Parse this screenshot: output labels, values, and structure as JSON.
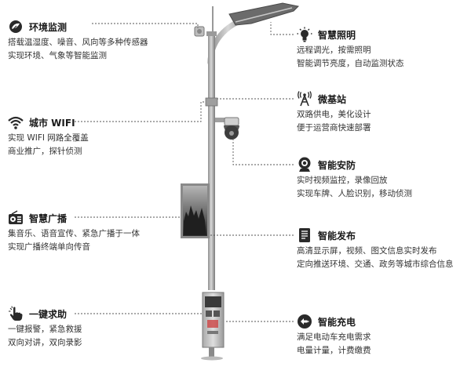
{
  "left_features": [
    {
      "name": "environment-monitoring",
      "icon": "environment-sensor-icon",
      "title": "环境监测",
      "lines": [
        "搭载温湿度、噪音、风向等多种传感器",
        "实现环境、气象等智能监测"
      ]
    },
    {
      "name": "city-wifi",
      "icon": "wifi-icon",
      "title": "城市 WIFI",
      "lines": [
        "实现 WIFI 网路全覆盖",
        "商业推广，探针侦测"
      ]
    },
    {
      "name": "smart-broadcast",
      "icon": "radio-icon",
      "title": "智慧广播",
      "lines": [
        "集音乐、语音宣传、紧急广播于一体",
        "实现广播终端单向传音"
      ]
    },
    {
      "name": "one-key-help",
      "icon": "hand-pointer-icon",
      "title": "一键求助",
      "lines": [
        "一键报警，紧急救援",
        "双向对讲，双向录影"
      ]
    }
  ],
  "right_features": [
    {
      "name": "smart-lighting",
      "icon": "light-bulb-icon",
      "title": "智慧照明",
      "lines": [
        "远程调光，按需照明",
        "智能调节亮度，自动监测状态"
      ]
    },
    {
      "name": "micro-base-station",
      "icon": "antenna-tower-icon",
      "title": "微基站",
      "lines": [
        "双路供电，美化设计",
        "便于运营商快速部署"
      ]
    },
    {
      "name": "smart-security",
      "icon": "camera-icon",
      "title": "智能安防",
      "lines": [
        "实时视频监控，录像回放",
        "实现车牌、人脸识别，移动侦测"
      ]
    },
    {
      "name": "smart-publishing",
      "icon": "document-icon",
      "title": "智能发布",
      "lines": [
        "高清显示屏，视频、图文信息实时发布",
        "定向推送环境、交通、政务等城市综合信息"
      ]
    },
    {
      "name": "smart-charging",
      "icon": "charging-plug-icon",
      "title": "智能充电",
      "lines": [
        "满足电动车充电需求",
        "电量计量，计费缴费"
      ]
    }
  ]
}
